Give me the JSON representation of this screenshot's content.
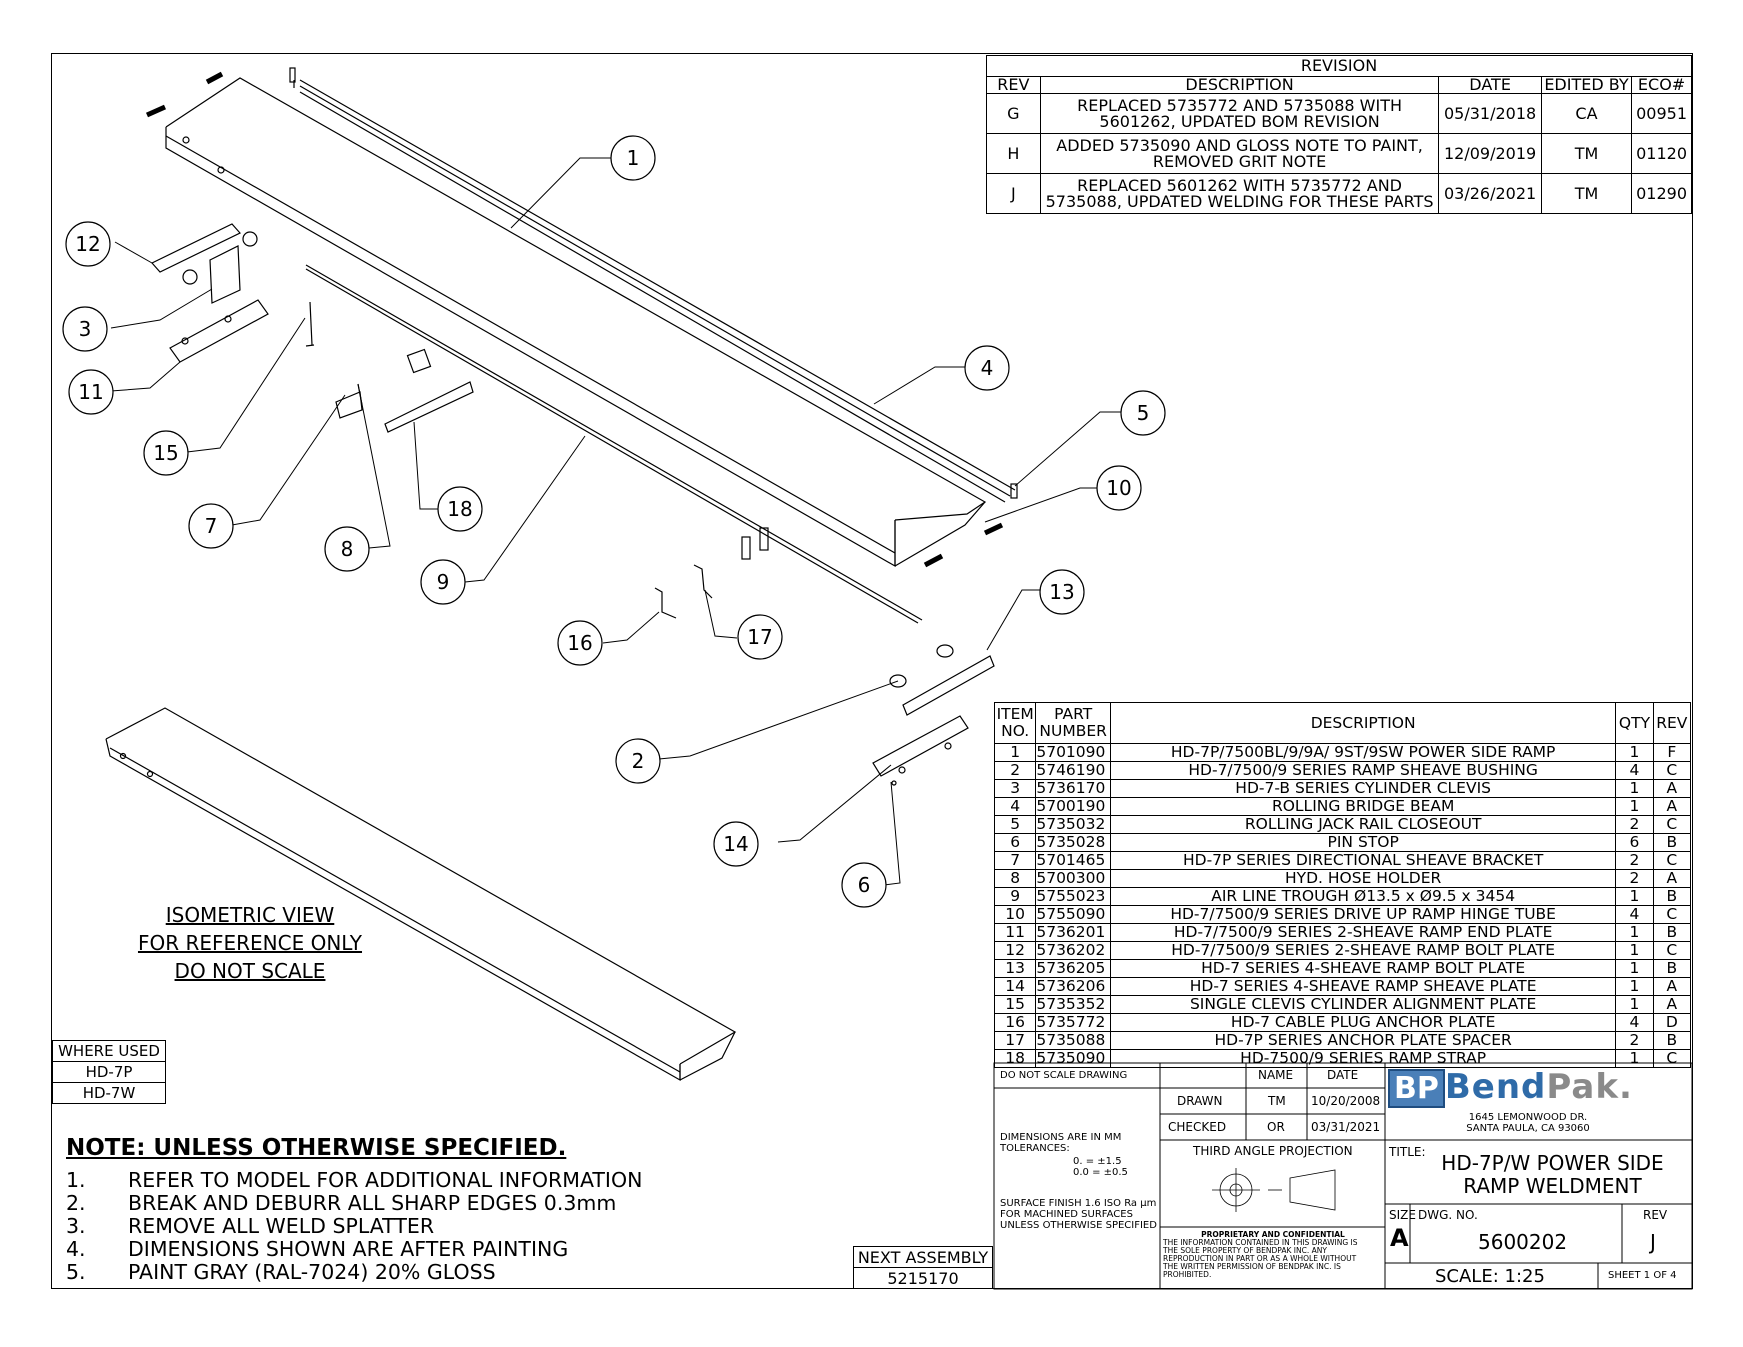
{
  "revision": {
    "title": "REVISION",
    "headers": [
      "REV",
      "DESCRIPTION",
      "DATE",
      "EDITED BY",
      "ECO#"
    ],
    "rows": [
      {
        "rev": "G",
        "description": [
          "REPLACED 5735772 AND 5735088 WITH",
          "5601262, UPDATED BOM REVISION"
        ],
        "date": "05/31/2018",
        "edited_by": "CA",
        "eco": "00951"
      },
      {
        "rev": "H",
        "description": [
          "ADDED 5735090 AND GLOSS NOTE TO PAINT,",
          "REMOVED GRIT NOTE"
        ],
        "date": "12/09/2019",
        "edited_by": "TM",
        "eco": "01120"
      },
      {
        "rev": "J",
        "description": [
          "REPLACED 5601262 WITH 5735772 AND",
          "5735088, UPDATED WELDING FOR THESE PARTS"
        ],
        "date": "03/26/2021",
        "edited_by": "TM",
        "eco": "01290"
      }
    ]
  },
  "bom": {
    "headers": {
      "item": [
        "ITEM",
        "NO."
      ],
      "part": [
        "PART",
        "NUMBER"
      ],
      "description": "DESCRIPTION",
      "qty": "QTY",
      "rev": "REV"
    },
    "rows": [
      {
        "item": "1",
        "part": "5701090",
        "description": "HD-7P/7500BL/9/9A/ 9ST/9SW POWER SIDE RAMP",
        "qty": "1",
        "rev": "F"
      },
      {
        "item": "2",
        "part": "5746190",
        "description": "HD-7/7500/9 SERIES RAMP SHEAVE BUSHING",
        "qty": "4",
        "rev": "C"
      },
      {
        "item": "3",
        "part": "5736170",
        "description": "HD-7-B SERIES CYLINDER CLEVIS",
        "qty": "1",
        "rev": "A"
      },
      {
        "item": "4",
        "part": "5700190",
        "description": "ROLLING BRIDGE BEAM",
        "qty": "1",
        "rev": "A"
      },
      {
        "item": "5",
        "part": "5735032",
        "description": "ROLLING JACK RAIL CLOSEOUT",
        "qty": "2",
        "rev": "C"
      },
      {
        "item": "6",
        "part": "5735028",
        "description": "PIN STOP",
        "qty": "6",
        "rev": "B"
      },
      {
        "item": "7",
        "part": "5701465",
        "description": "HD-7P SERIES DIRECTIONAL SHEAVE BRACKET",
        "qty": "2",
        "rev": "C"
      },
      {
        "item": "8",
        "part": "5700300",
        "description": "HYD. HOSE HOLDER",
        "qty": "2",
        "rev": "A"
      },
      {
        "item": "9",
        "part": "5755023",
        "description": "AIR LINE TROUGH Ø13.5 x Ø9.5 x 3454",
        "qty": "1",
        "rev": "B"
      },
      {
        "item": "10",
        "part": "5755090",
        "description": "HD-7/7500/9 SERIES DRIVE UP RAMP HINGE TUBE",
        "qty": "4",
        "rev": "C"
      },
      {
        "item": "11",
        "part": "5736201",
        "description": "HD-7/7500/9 SERIES 2-SHEAVE RAMP END PLATE",
        "qty": "1",
        "rev": "B"
      },
      {
        "item": "12",
        "part": "5736202",
        "description": "HD-7/7500/9 SERIES 2-SHEAVE RAMP BOLT PLATE",
        "qty": "1",
        "rev": "C"
      },
      {
        "item": "13",
        "part": "5736205",
        "description": "HD-7 SERIES 4-SHEAVE RAMP BOLT PLATE",
        "qty": "1",
        "rev": "B"
      },
      {
        "item": "14",
        "part": "5736206",
        "description": "HD-7 SERIES 4-SHEAVE RAMP SHEAVE PLATE",
        "qty": "1",
        "rev": "A"
      },
      {
        "item": "15",
        "part": "5735352",
        "description": "SINGLE CLEVIS CYLINDER ALIGNMENT PLATE",
        "qty": "1",
        "rev": "A"
      },
      {
        "item": "16",
        "part": "5735772",
        "description": "HD-7 CABLE PLUG ANCHOR PLATE",
        "qty": "4",
        "rev": "D"
      },
      {
        "item": "17",
        "part": "5735088",
        "description": "HD-7P SERIES ANCHOR PLATE SPACER",
        "qty": "2",
        "rev": "B"
      },
      {
        "item": "18",
        "part": "5735090",
        "description": "HD-7500/9 SERIES RAMP STRAP",
        "qty": "1",
        "rev": "C"
      }
    ]
  },
  "balloons": [
    "1",
    "2",
    "3",
    "4",
    "5",
    "6",
    "7",
    "8",
    "9",
    "10",
    "11",
    "12",
    "13",
    "14",
    "15",
    "16",
    "17",
    "18"
  ],
  "iso_view": [
    "ISOMETRIC VIEW",
    "FOR REFERENCE ONLY",
    "DO NOT SCALE"
  ],
  "where_used": {
    "title": "WHERE USED",
    "items": [
      "HD-7P",
      "HD-7W"
    ]
  },
  "notes": {
    "title": "NOTE: UNLESS OTHERWISE SPECIFIED.",
    "items": [
      {
        "n": "1.",
        "text": "REFER TO MODEL FOR ADDITIONAL INFORMATION"
      },
      {
        "n": "2.",
        "text": "BREAK AND DEBURR ALL SHARP EDGES 0.3mm"
      },
      {
        "n": "3.",
        "text": "REMOVE ALL WELD SPLATTER"
      },
      {
        "n": "4.",
        "text": "DIMENSIONS SHOWN ARE AFTER PAINTING"
      },
      {
        "n": "5.",
        "text": "PAINT GRAY (RAL-7024) 20% GLOSS"
      }
    ]
  },
  "next_assembly": {
    "label": "NEXT ASSEMBLY",
    "value": "5215170"
  },
  "title_block": {
    "do_not_scale": "DO NOT SCALE DRAWING",
    "name_header": "NAME",
    "date_header": "DATE",
    "drawn_label": "DRAWN",
    "drawn_name": "TM",
    "drawn_date": "10/20/2008",
    "checked_label": "CHECKED",
    "checked_name": "OR",
    "checked_date": "03/31/2021",
    "dims": [
      "DIMENSIONS ARE IN MM",
      "TOLERANCES:"
    ],
    "tol": [
      "0. = ±1.5",
      "0.0 = ±0.5"
    ],
    "surface": [
      "SURFACE FINISH 1.6 ISO Ra μm",
      "FOR MACHINED SURFACES",
      "UNLESS OTHERWISE SPECIFIED"
    ],
    "projection": "THIRD ANGLE PROJECTION",
    "proprietary_title": "PROPRIETARY AND CONFIDENTIAL",
    "proprietary_text": [
      "THE INFORMATION CONTAINED IN THIS DRAWING IS",
      "THE SOLE PROPERTY OF BENDPAK INC. ANY",
      "REPRODUCTION IN PART OR AS A WHOLE WITHOUT",
      "THE WRITTEN PERMISSION OF BENDPAK INC. IS",
      "PROHIBITED."
    ],
    "logo": {
      "bp": "BP",
      "bend": "Bend",
      "pak": "Pak."
    },
    "address": [
      "1645 LEMONWOOD DR.",
      "SANTA PAULA, CA 93060"
    ],
    "title_label": "TITLE:",
    "title": [
      "HD-7P/W POWER SIDE",
      "RAMP WELDMENT"
    ],
    "size_label": "SIZE",
    "size": "A",
    "dwg_label": "DWG. NO.",
    "dwg_no": "5600202",
    "rev_label": "REV",
    "rev": "J",
    "scale": "SCALE: 1:25",
    "sheet": "SHEET 1 OF 4"
  },
  "colors": {
    "logo_blue": "#2f6ba8",
    "logo_gray": "#8a8a8a",
    "bp_box": "#4a7fb8"
  }
}
